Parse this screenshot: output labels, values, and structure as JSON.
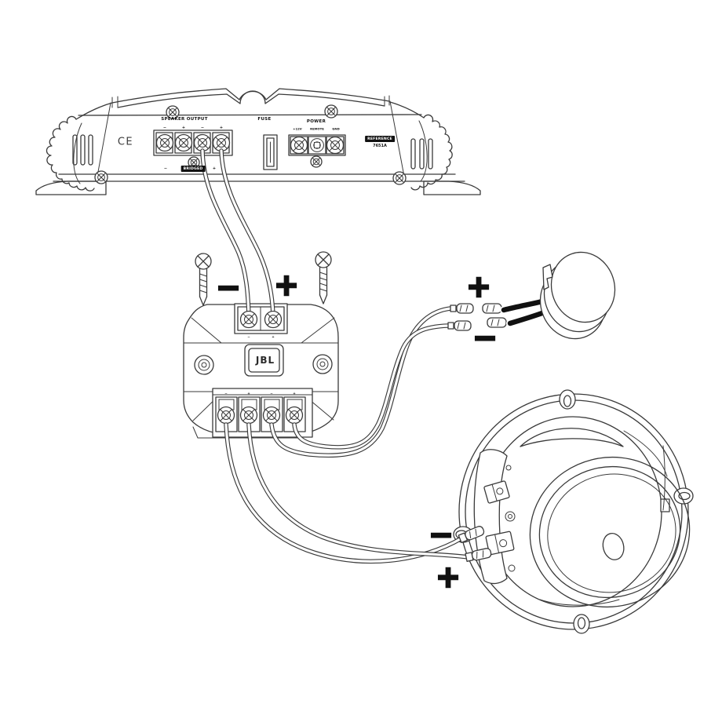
{
  "amplifier": {
    "ce_mark": "CE",
    "speaker_output": {
      "label": "SPEAKER OUTPUT",
      "terminal_marks": [
        "−",
        "+",
        "−",
        "+"
      ],
      "bottom_neg": "−",
      "bridged_label": "BRIDGED",
      "bottom_pos": "+"
    },
    "fuse_label": "FUSE",
    "power": {
      "label": "POWER",
      "terminal_labels": [
        "+12V",
        "REMOTE",
        "GND"
      ]
    },
    "brand_badge": "REFERENCE",
    "model": "7651A"
  },
  "crossover": {
    "brand": "JBL",
    "input_neg": "−",
    "input_pos": "+",
    "top_marks": [
      "−",
      "+"
    ],
    "output_marks": [
      "−",
      "+",
      "−",
      "+"
    ]
  },
  "tweeter": {
    "pos_label": "+",
    "neg_label": "−"
  },
  "woofer": {
    "neg_label": "−",
    "pos_label": "+"
  },
  "colors": {
    "line": "#3a3a3a",
    "ink": "#111111",
    "background": "#ffffff"
  }
}
